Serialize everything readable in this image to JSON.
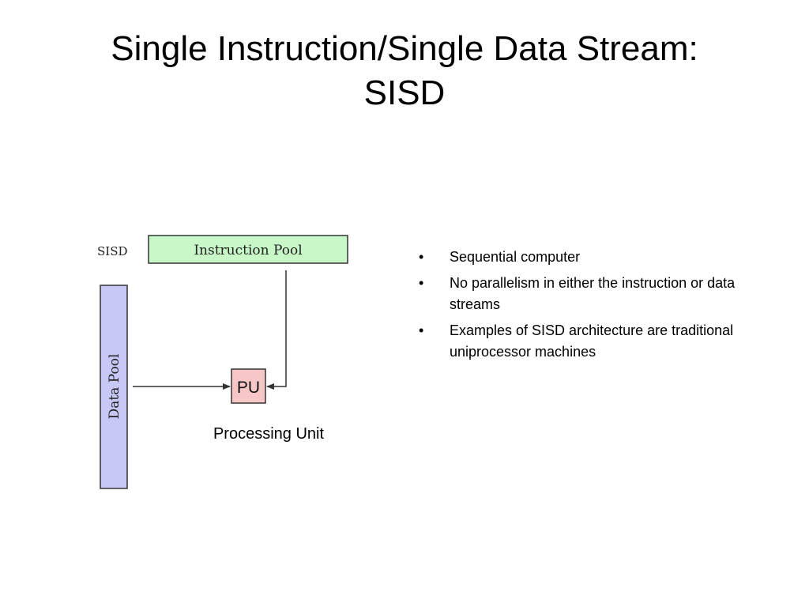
{
  "slide": {
    "title_lines": [
      "Single Instruction/Single Data Stream:",
      "SISD"
    ]
  },
  "diagram": {
    "side_label": "SISD",
    "instruction_pool": "Instruction Pool",
    "data_pool": "Data Pool",
    "processing_unit": "PU",
    "caption": "Processing Unit",
    "colors": {
      "instruction_fill": "#c8f7c8",
      "data_fill": "#c8c8f7",
      "pu_fill": "#f7c6c6",
      "stroke": "#333333"
    }
  },
  "bullets": [
    "Sequential computer",
    "No parallelism in either the instruction or data streams",
    "Examples of SISD architecture are traditional uniprocessor machines"
  ]
}
